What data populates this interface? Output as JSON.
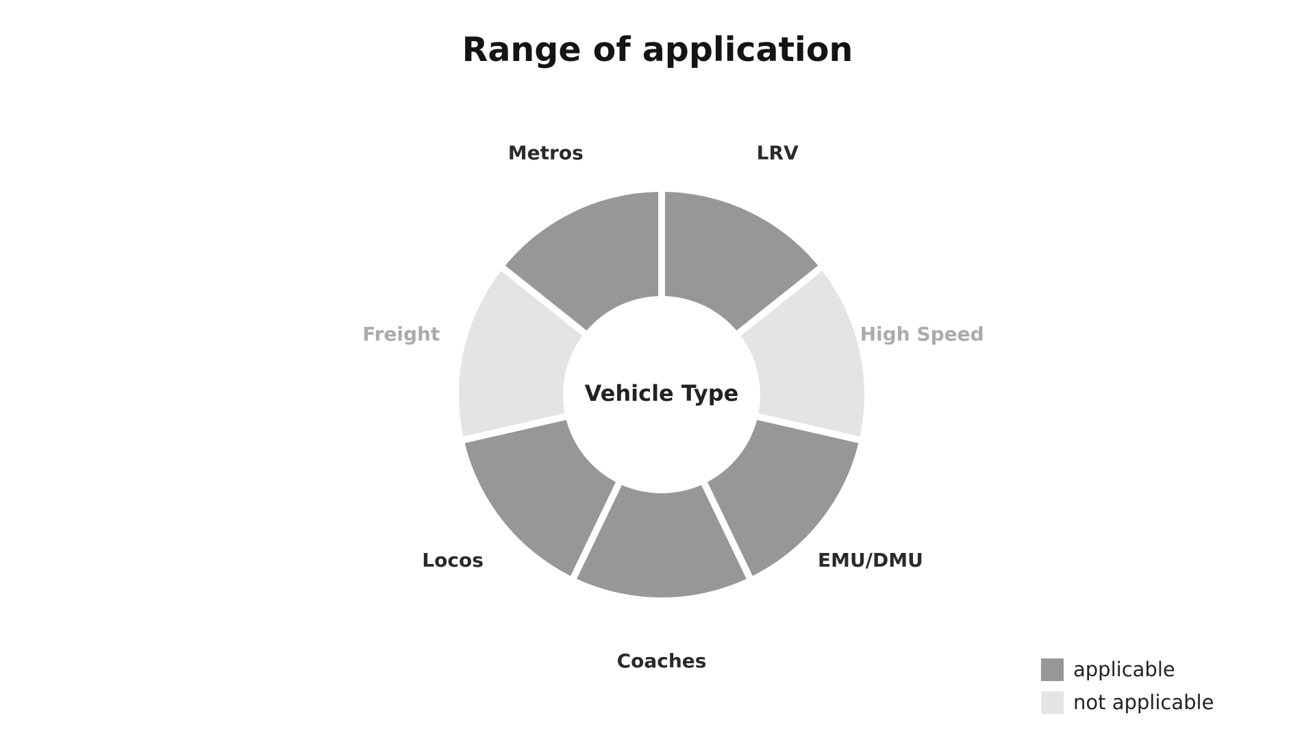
{
  "chart_data": {
    "type": "pie",
    "title": "Range of application",
    "center_label": "Vehicle Type",
    "segments": [
      {
        "name": "LRV",
        "value": 1,
        "status": "applicable"
      },
      {
        "name": "High Speed",
        "value": 1,
        "status": "not applicable"
      },
      {
        "name": "EMU/DMU",
        "value": 1,
        "status": "applicable"
      },
      {
        "name": "Coaches",
        "value": 1,
        "status": "applicable"
      },
      {
        "name": "Locos",
        "value": 1,
        "status": "applicable"
      },
      {
        "name": "Freight",
        "value": 1,
        "status": "not applicable"
      },
      {
        "name": "Metros",
        "value": 1,
        "status": "applicable"
      }
    ],
    "legend": {
      "placement": "bottom-right",
      "entries": [
        {
          "label": "applicable",
          "color": "#979797"
        },
        {
          "label": "not applicable",
          "color": "#e4e4e4"
        }
      ]
    },
    "colors": {
      "applicable": "#979797",
      "not applicable": "#e4e4e4",
      "label_applicable": "#2a2a2a",
      "label_not_applicable": "#ababab"
    }
  }
}
